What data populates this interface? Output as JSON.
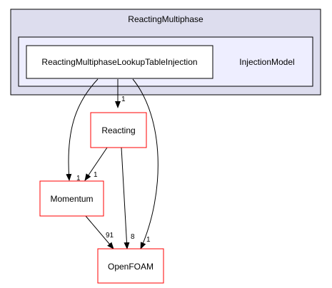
{
  "diagram": {
    "outer_cluster": {
      "label": "ReactingMultiphase"
    },
    "inner_cluster": {
      "label": "InjectionModel"
    },
    "nodes": {
      "lookup": {
        "label": "ReactingMultiphaseLookupTableInjection"
      },
      "reacting": {
        "label": "Reacting"
      },
      "momentum": {
        "label": "Momentum"
      },
      "openfoam": {
        "label": "OpenFOAM"
      }
    },
    "edges": {
      "lookup_to_reacting": {
        "label": "1"
      },
      "lookup_to_momentum": {
        "label": "1"
      },
      "lookup_to_openfoam": {
        "label": "1"
      },
      "reacting_to_momentum": {
        "label": "1"
      },
      "reacting_to_openfoam": {
        "label": "8"
      },
      "momentum_to_openfoam": {
        "label": "91"
      }
    },
    "colors": {
      "outer_fill": "#ddddee",
      "inner_fill": "#eeeeff",
      "cluster_border": "#000000",
      "node_border_red": "#ff0000",
      "edge": "#000000"
    }
  }
}
